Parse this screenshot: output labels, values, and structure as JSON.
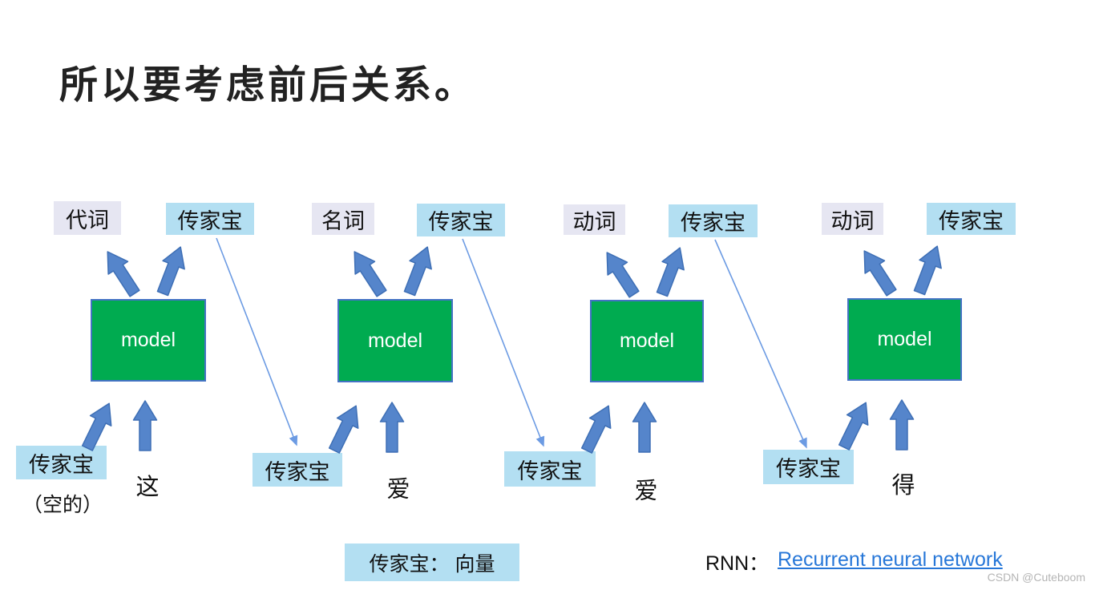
{
  "title": "所以要考虑前后关系。",
  "groups": [
    {
      "pos_label": "代词",
      "memory_out_label": "传家宝",
      "model_label": "model",
      "memory_in_label": "传家宝",
      "input_word": "这",
      "note": "（空的）"
    },
    {
      "pos_label": "名词",
      "memory_out_label": "传家宝",
      "model_label": "model",
      "memory_in_label": "传家宝",
      "input_word": "爱"
    },
    {
      "pos_label": "动词",
      "memory_out_label": "传家宝",
      "model_label": "model",
      "memory_in_label": "传家宝",
      "input_word": "爱"
    },
    {
      "pos_label": "动词",
      "memory_out_label": "传家宝",
      "model_label": "model",
      "memory_in_label": "传家宝",
      "input_word": "得"
    }
  ],
  "legend_label": "传家宝： 向量",
  "footer": {
    "term": "RNN：",
    "link_text": "Recurrent neural network"
  },
  "watermark": "CSDN @Cuteboom",
  "colors": {
    "model_green": "#00ab50",
    "model_border": "#4472c4",
    "arrow_fill": "#5585cb",
    "arrow_stroke": "#3e6fb5",
    "connector_blue": "#6c9be3",
    "label_blue_bg": "#b3dff2",
    "label_lavender_bg": "#e6e6f2",
    "link_blue": "#2777d8"
  }
}
